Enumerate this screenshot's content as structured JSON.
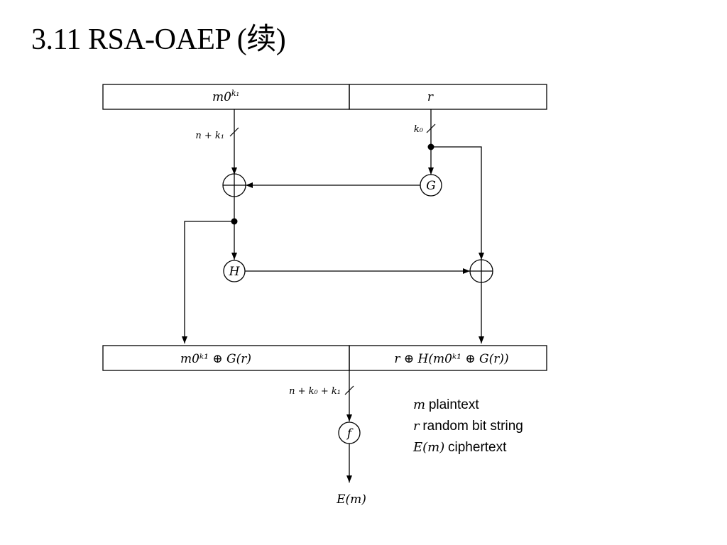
{
  "title": "3.11 RSA-OAEP (续)",
  "diagram": {
    "top_left_box": "m0",
    "top_left_box_sup": "k₁",
    "top_right_box": "r",
    "left_wire_label": "n + k₁",
    "right_wire_label": "k₀",
    "g_node": "G",
    "h_node": "H",
    "f_node": "f",
    "bottom_left_box": "m0ᵏ¹ ⊕ G(r)",
    "bottom_right_box": "r ⊕ H(m0ᵏ¹ ⊕ G(r))",
    "output_wire_label": "n + k₀ + k₁",
    "output": "E(m)"
  },
  "legend": [
    {
      "symbol": "m",
      "text": "plaintext"
    },
    {
      "symbol": "r",
      "text": "random bit string"
    },
    {
      "symbol": "E(m)",
      "text": "ciphertext"
    }
  ]
}
